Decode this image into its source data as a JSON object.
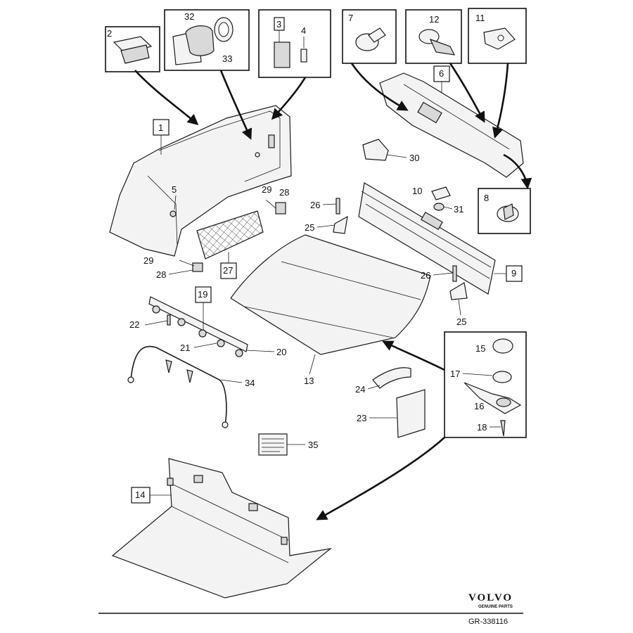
{
  "brand": {
    "logo_text": "VOLVO",
    "sub_text": "GENUINE PARTS",
    "drawing_code": "GR-338116"
  },
  "callouts": {
    "c1": "1",
    "c2": "2",
    "c3": "3",
    "c4": "4",
    "c5": "5",
    "c6": "6",
    "c7": "7",
    "c8": "8",
    "c9": "9",
    "c10": "10",
    "c11": "11",
    "c12": "12",
    "c13": "13",
    "c14": "14",
    "c15": "15",
    "c16": "16",
    "c17": "17",
    "c18": "18",
    "c19": "19",
    "c20": "20",
    "c21": "21",
    "c22": "22",
    "c23": "23",
    "c24": "24",
    "c25a": "25",
    "c25b": "25",
    "c26a": "26",
    "c26b": "26",
    "c27": "27",
    "c28a": "28",
    "c28b": "28",
    "c29a": "29",
    "c29b": "29",
    "c30": "30",
    "c31": "31",
    "c32": "32",
    "c33": "33",
    "c34": "34",
    "c35": "35"
  }
}
